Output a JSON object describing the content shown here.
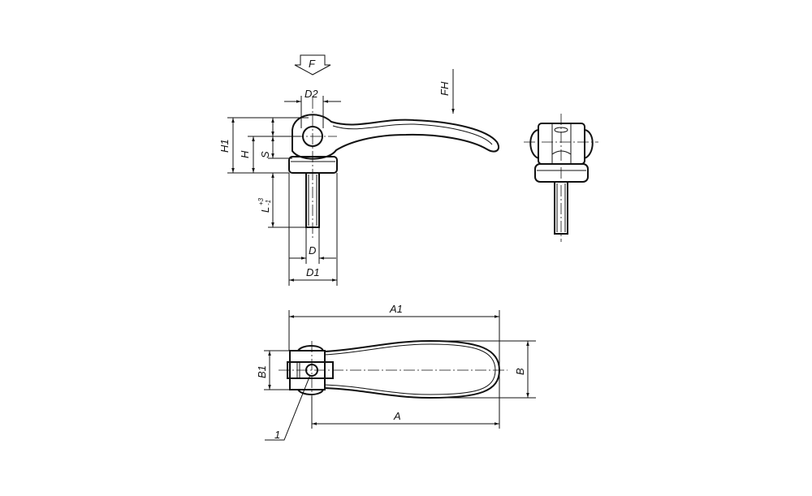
{
  "drawing": {
    "title": "Cam lever technical drawing",
    "labels": {
      "force": "F",
      "hand_force": "FH",
      "D2": "D2",
      "H1": "H1",
      "H": "H",
      "S": "S",
      "L": "L",
      "L_tol_upper": "+3",
      "L_tol_lower": "-1",
      "D": "D",
      "D1": "D1",
      "A1": "A1",
      "B1": "B1",
      "B": "B",
      "A": "A",
      "item_1": "1"
    }
  }
}
